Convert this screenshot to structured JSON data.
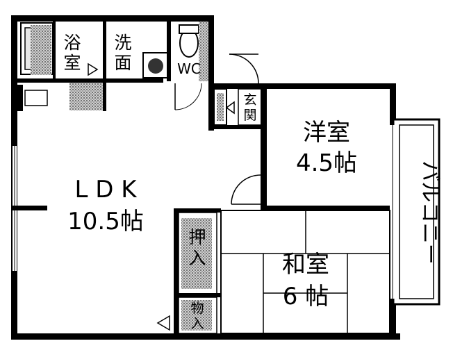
{
  "floor_plan": {
    "rooms": {
      "bath": {
        "label_line1": "浴",
        "label_line2": "室"
      },
      "washroom": {
        "label_line1": "洗",
        "label_line2": "面"
      },
      "toilet": {
        "label": "WC"
      },
      "entrance": {
        "label_line1": "玄",
        "label_line2": "関"
      },
      "western_room": {
        "name": "洋室",
        "size": "4.5帖"
      },
      "ldk": {
        "name": "L D K",
        "size": "10.5帖"
      },
      "japanese_room": {
        "name": "和室",
        "size": "6 帖"
      },
      "balcony": {
        "label": "バルコニー"
      },
      "closet_large": {
        "label_line1": "押",
        "label_line2": "入"
      },
      "closet_small": {
        "label_line1": "物",
        "label_line2": "入"
      }
    }
  }
}
